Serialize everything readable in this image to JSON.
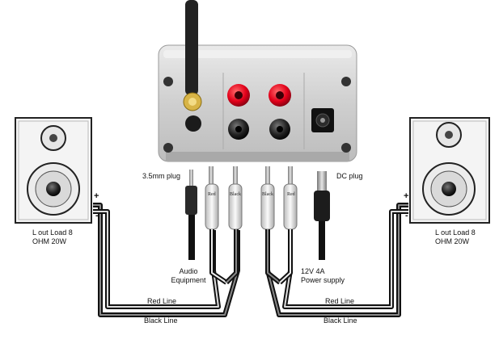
{
  "labels": {
    "plug_35": "3.5mm plug",
    "dc_plug": "DC plug",
    "red_tag": "Red",
    "black_tag": "Black",
    "speaker_left_l1": "L out Load 8",
    "speaker_left_l2": "OHM 20W",
    "speaker_right_l1": "L out Load 8",
    "speaker_right_l2": "OHM 20W",
    "audio_l1": "Audio",
    "audio_l2": "Equipment",
    "power_l1": "12V 4A",
    "power_l2": "Power supply",
    "red_line": "Red Line",
    "black_line": "Black Line",
    "plus": "+",
    "minus": "-"
  },
  "colors": {
    "device_body": "#d6d6d6",
    "binding_red": "#e3001a",
    "binding_black": "#1a1a1a",
    "cable_gray": "#8c8c8c",
    "cable_black": "#111111",
    "gold": "#c9a227"
  },
  "icons": [
    "antenna-icon",
    "speaker-icon",
    "plug-icon",
    "dc-jack-icon"
  ]
}
